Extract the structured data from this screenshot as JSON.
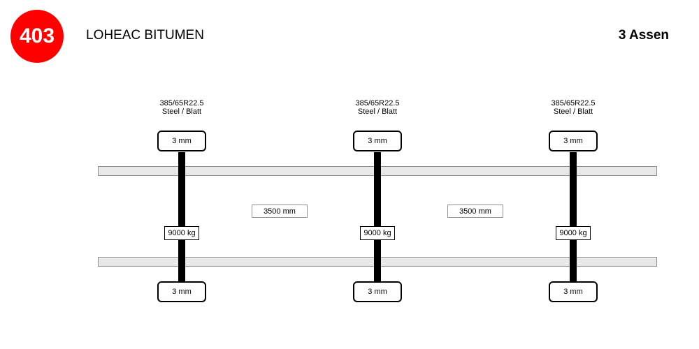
{
  "header": {
    "badge": "403",
    "title": "LOHEAC BITUMEN",
    "axle_count_label": "3 Assen",
    "badge_color": "#ff0000"
  },
  "axles": [
    {
      "tire_size": "385/65R22.5",
      "tire_type": "Steel / Blatt",
      "tread_top": "3 mm",
      "tread_bottom": "3 mm",
      "weight": "9000 kg"
    },
    {
      "tire_size": "385/65R22.5",
      "tire_type": "Steel / Blatt",
      "tread_top": "3 mm",
      "tread_bottom": "3 mm",
      "weight": "9000 kg"
    },
    {
      "tire_size": "385/65R22.5",
      "tire_type": "Steel / Blatt",
      "tread_top": "3 mm",
      "tread_bottom": "3 mm",
      "weight": "9000 kg"
    }
  ],
  "spacings": [
    "3500 mm",
    "3500 mm"
  ]
}
